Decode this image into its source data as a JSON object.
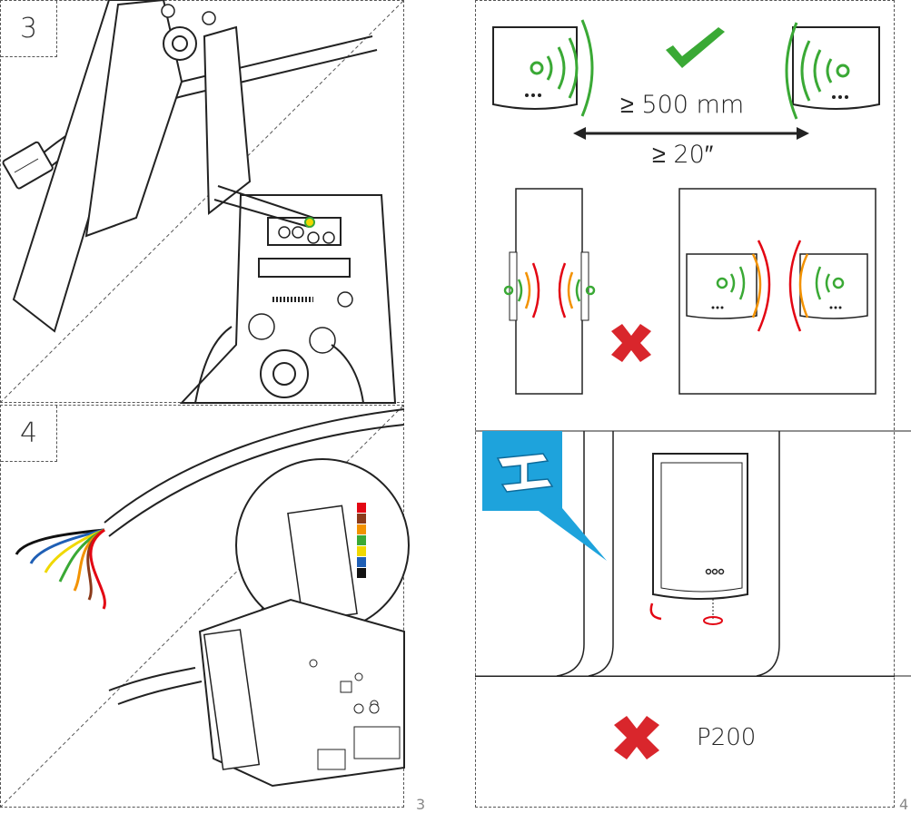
{
  "steps": {
    "step3_number": "3",
    "step4_number": "4"
  },
  "pages": {
    "left_page": "3",
    "right_page": "4"
  },
  "distance": {
    "metric": "≥ 500 mm",
    "imperial": "≥ 20″"
  },
  "mount": {
    "forbidden_model": "P200"
  },
  "icons": {
    "ok": "checkmark-icon",
    "not_ok": "cross-icon",
    "metal": "steel-beam-icon"
  },
  "colors": {
    "signal_ok": "#3aa935",
    "signal_warn": "#f39200",
    "signal_bad": "#e30613",
    "cross": "#d9262c",
    "metal_badge": "#1ea3dc",
    "outline": "#222222"
  },
  "wires": {
    "colors": [
      "#111111",
      "#1f5fb5",
      "#f0d800",
      "#3aa935",
      "#f39200",
      "#8b3a1a",
      "#e30613"
    ]
  }
}
